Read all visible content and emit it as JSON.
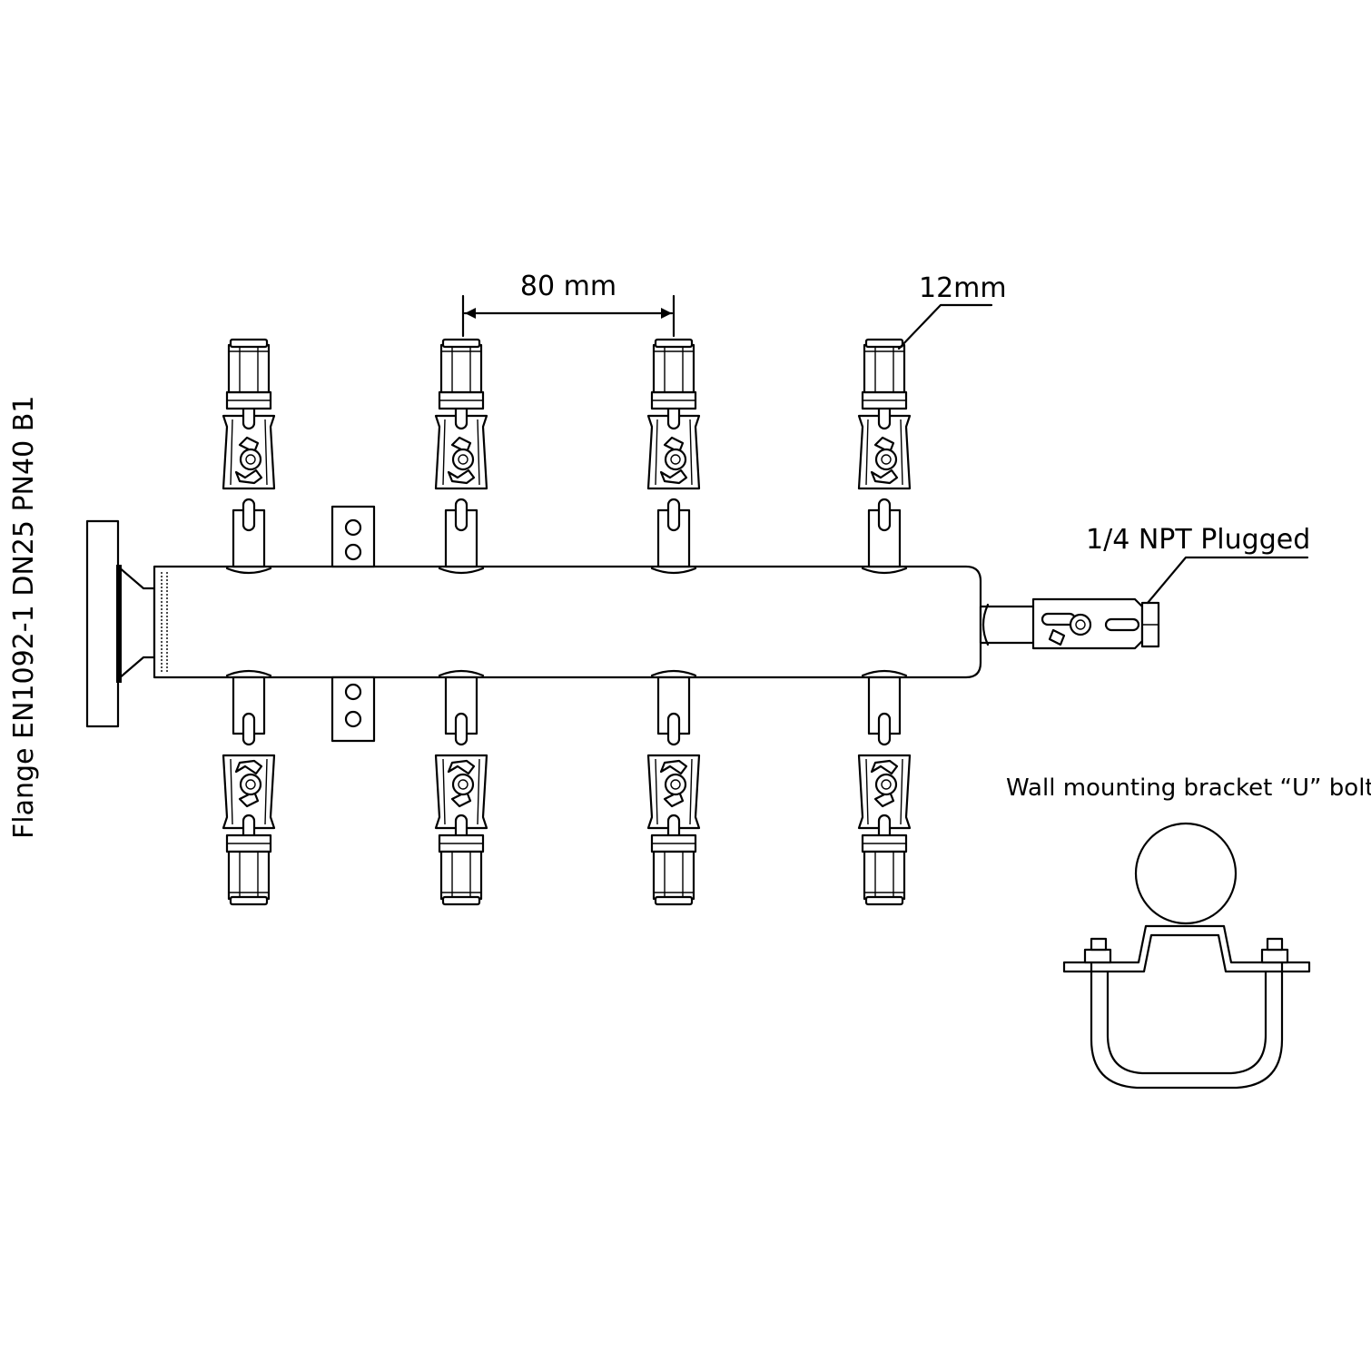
{
  "labels": {
    "flange": "Flange EN1092-1 DN25 PN40 B1",
    "spacing": "80 mm",
    "tube_size": "12mm",
    "end_plug": "1/4 NPT Plugged",
    "bracket": "Wall mounting bracket “U” bolt"
  },
  "manifold": {
    "valves_top": 4,
    "valves_bottom": 4
  }
}
